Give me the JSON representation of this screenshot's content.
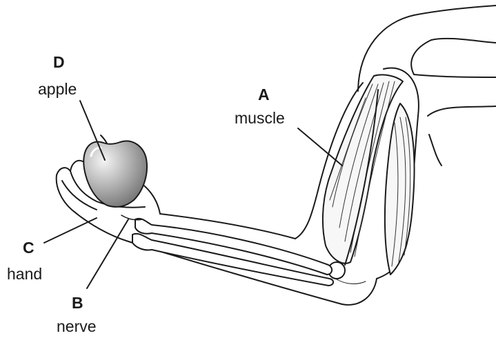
{
  "labels": {
    "D": {
      "letter": "D",
      "name": "apple"
    },
    "A": {
      "letter": "A",
      "name": "muscle"
    },
    "C": {
      "letter": "C",
      "name": "hand"
    },
    "B": {
      "letter": "B",
      "name": "nerve"
    }
  }
}
